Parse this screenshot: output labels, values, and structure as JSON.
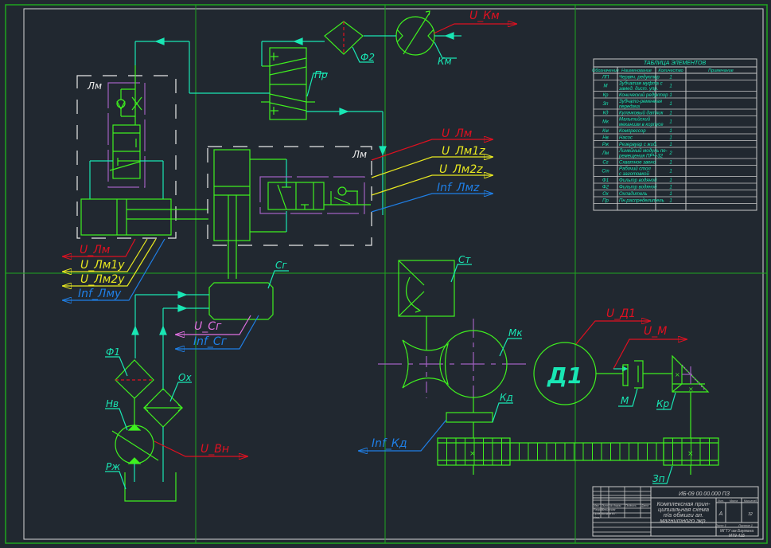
{
  "colors": {
    "background": "#212830",
    "frame_outer": "#1fa61f",
    "frame_inner": "#d8d8d8",
    "element_line": "#3ff01f",
    "flow_line": "#19e6b4",
    "electric_signal": "#e01020",
    "logic_signal": "#e8e820",
    "info_signal": "#1f7fe6",
    "sensor_signal": "#e070e0",
    "axis_line": "#a060c0",
    "label_text": "#19e6b4",
    "table_text": "#19e6b4",
    "table_grid": "#c8c8c8",
    "module_frame": "#e8e8e8"
  },
  "element_labels": {
    "lm_left": "Лм",
    "lm_right": "Лм",
    "pr": "Пр",
    "f2": "Ф2",
    "km": "Км",
    "sg": "Сг",
    "f1": "Ф1",
    "ox": "Ох",
    "nv": "Нв",
    "rzh": "Рж",
    "st": "Ст",
    "mk": "Мк",
    "kd": "Кд",
    "d1": "Д1",
    "m": "М",
    "kr": "Кр",
    "zp": "Зп"
  },
  "signals": {
    "u_km": "U_Км",
    "u_lm": "U_Лм",
    "u_lm1z": "U_Лм1z",
    "u_lm2z": "U_Лм2z",
    "inf_lmz": "Inf_Лмz",
    "u_lm_left": "U_Лм",
    "u_lm1y": "U_Лм1у",
    "u_lm2y": "U_Лм2у",
    "inf_lmy": "Inf_Лму",
    "u_sg": "U_Сг",
    "inf_sg": "Inf_Сг",
    "u_vn": "U_Вн",
    "inf_kd": "Inf_Кд",
    "u_d1": "U_Д1",
    "u_m": "U_М"
  },
  "elements_table": {
    "title": "ТАБЛИЦА ЭЛЕМЕНТОВ",
    "headers": [
      "Обозначение",
      "Наименование",
      "Количество",
      "Примечание"
    ],
    "rows": [
      {
        "code": "ЛП",
        "name": [
          "Червяч. редуктор"
        ],
        "qty": "1",
        "note": ""
      },
      {
        "code": "М",
        "name": [
          "Зубчатая муфта с",
          "замед. дист. упр."
        ],
        "qty": "1",
        "note": ""
      },
      {
        "code": "Кр",
        "name": [
          "Конический редуктор"
        ],
        "qty": "1",
        "note": ""
      },
      {
        "code": "Зп",
        "name": [
          "Зубчато-ременная",
          "передача"
        ],
        "qty": "1",
        "note": ""
      },
      {
        "code": "Кд",
        "name": [
          "Кулачковый датчик"
        ],
        "qty": "1",
        "note": ""
      },
      {
        "code": "Мк",
        "name": [
          "Мальтийский",
          "механизм в корпусе"
        ],
        "qty": "1",
        "note": ""
      },
      {
        "code": "Км",
        "name": [
          "Компрессор"
        ],
        "qty": "1",
        "note": ""
      },
      {
        "code": "Нв",
        "name": [
          "Насос"
        ],
        "qty": "1",
        "note": ""
      },
      {
        "code": "Рж",
        "name": [
          "Резервуар с жид."
        ],
        "qty": "1",
        "note": ""
      },
      {
        "code": "Лм",
        "name": [
          "Линейный модуль пе-",
          "ремещения ПРЧ-32"
        ],
        "qty": "2",
        "note": ""
      },
      {
        "code": "Сг",
        "name": [
          "Схватное звено"
        ],
        "qty": "1",
        "note": ""
      },
      {
        "code": "Ст",
        "name": [
          "Рабочий стол",
          "с заготовкой"
        ],
        "qty": "1",
        "note": ""
      },
      {
        "code": "Ф1",
        "name": [
          "Фильтр водяной"
        ],
        "qty": "1",
        "note": ""
      },
      {
        "code": "Ф2",
        "name": [
          "Фильтр водяной"
        ],
        "qty": "1",
        "note": ""
      },
      {
        "code": "Ох",
        "name": [
          "Охладитель"
        ],
        "qty": "1",
        "note": ""
      },
      {
        "code": "Пр",
        "name": [
          "Пн.распределитель"
        ],
        "qty": "1",
        "note": ""
      }
    ]
  },
  "title_block": {
    "doc_code": "ИБ-09 00.00.000 ПЗ",
    "title_lines": [
      "Комплексная прин-",
      "ципиальная схема",
      "п/а обжиги ал.",
      "магнитного экр."
    ],
    "letter": "А",
    "mass": "",
    "scale": "32",
    "sheet": "Лист 1",
    "sheets": "Листов 1",
    "org_lines": [
      "МГТУ им.Баумана",
      "МТ9-41Б"
    ],
    "rows_left": [
      [
        "Изм",
        "Лист",
        "№ докум.",
        "Подпись",
        "Дата"
      ],
      [
        "Разраб.",
        "Ильинская",
        "",
        "",
        ""
      ],
      [
        "Пров.",
        "Бычков В.Г.",
        "",
        "",
        ""
      ],
      [
        "Утв.",
        "",
        "",
        "",
        ""
      ]
    ],
    "stage_labels": [
      "Лит.",
      "Масса",
      "Масштаб"
    ]
  }
}
